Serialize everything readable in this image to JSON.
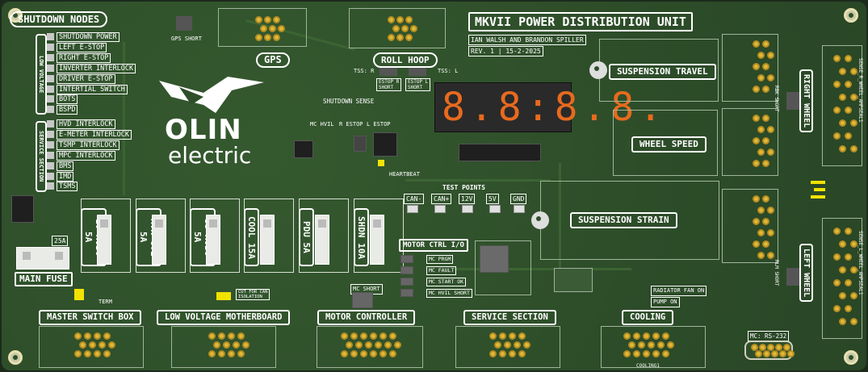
{
  "board_title": "MKVII POWER DISTRIBUTION UNIT",
  "authors": "IAN WALSH AND BRANDON SPILLER",
  "revision": "REV. 1 | 15-2-2025",
  "logo": {
    "line1": "OLIN",
    "line2": "electric"
  },
  "seven_segment": "8.8:8.8.",
  "shutdown_nodes": {
    "title": "SHUTDOWN NODES",
    "low_voltage_label": "LOW VOLTAGE",
    "service_section_label": "SERVICE SECTION",
    "low_voltage_items": [
      "SHUTDOWN POWER",
      "LEFT E-STOP",
      "RIGHT E-STOP",
      "INVERTER INTERLOCK",
      "DRIVER E-STOP",
      "INTERTIAL SWITCH",
      "BOTS",
      "BSPD"
    ],
    "service_items": [
      "HVD INTERLOCK",
      "E-METER INTERLOCK",
      "TSMP INTERLOCK",
      "MPC INTERLOCK",
      "BMS",
      "IMD",
      "TSMS"
    ]
  },
  "connectors": {
    "gps": "GPS",
    "gps_short": "GPS SHORT",
    "roll_hoop": "ROLL HOOP",
    "suspension_travel": "SUSPENSION TRAVEL",
    "wheel_speed": "WHEEL SPEED",
    "suspension_strain": "SUSPENSION STRAIN",
    "right_wheel": "RIGHT WHEEL",
    "left_wheel": "LEFT WHEEL",
    "master_switch_box": "MASTER SWITCH BOX",
    "low_voltage_motherboard": "LOW VOLTAGE MOTHERBOARD",
    "motor_controller": "MOTOR CONTROLLER",
    "service_section": "SERVICE SECTION",
    "cooling": "COOLING",
    "main_fuse": "MAIN FUSE",
    "motor_ctrl_io": "MOTOR CTRL I/O",
    "test_points": "TEST POINTS",
    "shutdown_sense": "SHUTDOWN SENSE"
  },
  "fuses": [
    "LV MOBO 5A",
    "MTR CTL 5A",
    "SS MOBO 5A",
    "COOL 15A",
    "PDU 5A",
    "SHDN 10A"
  ],
  "main_fuse_rating": "25A",
  "test_points_list": [
    "CAN-",
    "CAN+",
    "12V",
    "5V",
    "GND"
  ],
  "motor_ctrl_signals": [
    "MC PRGM",
    "MC FAULT",
    "MC START OK",
    "MC HVIL SHORT"
  ],
  "small_labels": {
    "tss_r": "TSS: R",
    "tss_l": "TSS: L",
    "estop_r_short": "ESTOP R\nSHORT",
    "estop_l_short": "ESTOP L\nSHORT",
    "mc_hvil": "MC HVIL",
    "r_estop": "R ESTOP",
    "l_estop": "L ESTOP",
    "heartbeat": "HEARTBEAT",
    "term": "TERM",
    "cut_for_can": "CUT FOR CAN\nISOLATION",
    "mc_short": "MC SHORT",
    "rbk_short": "RBK SHORT",
    "rlm_short": "RLM SHORT",
    "radiator_fan_on": "RADIATOR FAN ON",
    "pump_on": "PUMP ON",
    "mc_rs232": "MC: RS-232",
    "cooling1": "COOLING1",
    "sense_r_wheel": "SENSE_R_WHEEL_AMPSEAL1",
    "sense_l_wheel": "SENSE_L_WHEEL_AMPSEAL1"
  },
  "colors": {
    "board": "#2e4f2a",
    "silkscreen": "#ffffff",
    "pad": "#e0b83a",
    "segment": "#e86a1e",
    "accent_yellow": "#f2e200"
  }
}
